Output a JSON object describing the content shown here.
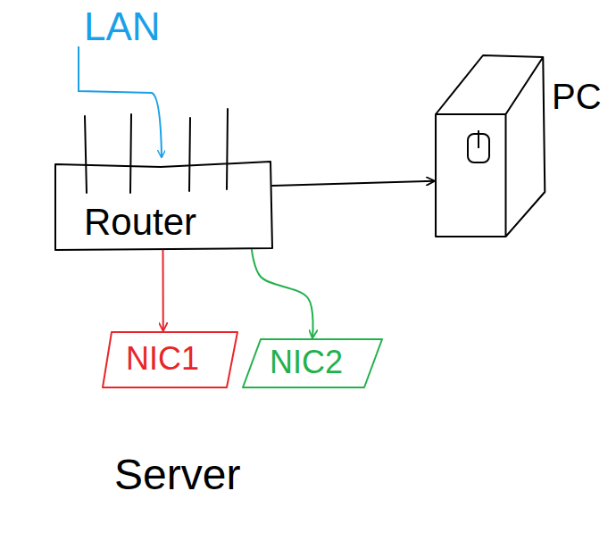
{
  "diagram": {
    "nodes": [
      {
        "text": [
          "Router"
        ]
      },
      {
        "text": [
          "PC"
        ]
      },
      {
        "text": [
          "Server"
        ]
      },
      {
        "text": [
          "NIC1"
        ],
        "in": 2
      },
      {
        "text": [
          "NIC2"
        ],
        "in": 2
      }
    ],
    "edges": [
      {
        "from": 0,
        "to": 1,
        "arrow": "to"
      },
      {
        "from": 0,
        "to": 3,
        "arrow": "to"
      },
      {
        "from": 0,
        "to": 4,
        "arrow": "to"
      }
    ],
    "labels": [
      "LAN"
    ]
  }
}
